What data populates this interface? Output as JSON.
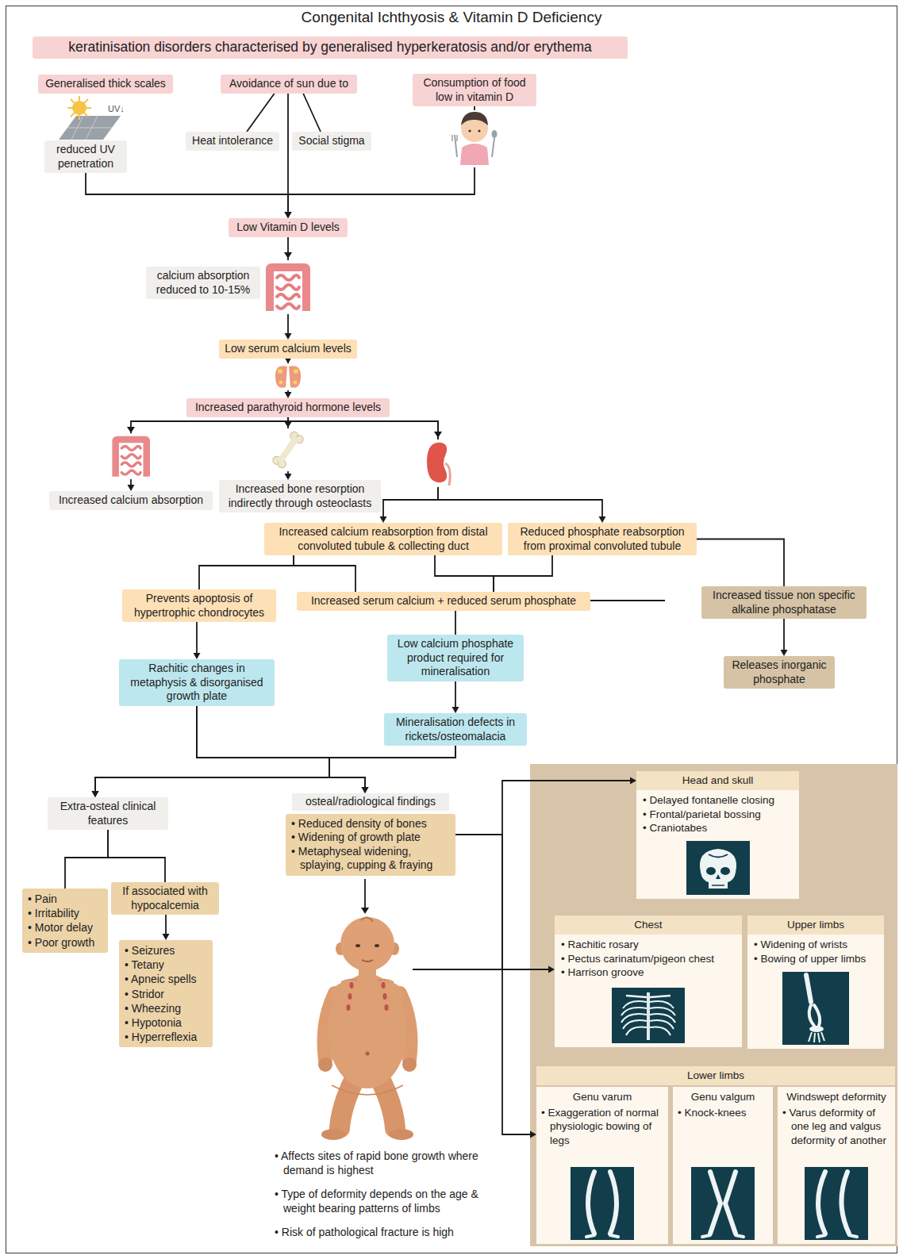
{
  "diagram": {
    "title": "Congenital Ichthyosis & Vitamin D Deficiency",
    "nodes": [
      {
        "text": [
          "keratinisation disorders characterised by generalised hyperkeratosis and/or erythema"
        ]
      },
      {
        "text": [
          "Generalised thick scales"
        ]
      },
      {
        "text": [
          "reduced UV penetration"
        ]
      },
      {
        "text": [
          "Avoidance of sun due to"
        ]
      },
      {
        "text": [
          "Heat intolerance"
        ]
      },
      {
        "text": [
          "Social stigma"
        ]
      },
      {
        "text": [
          "Consumption of food low in vitamin D"
        ]
      },
      {
        "text": [
          "Low Vitamin D levels"
        ]
      },
      {
        "text": [
          "calcium absorption reduced to 10-15%"
        ]
      },
      {
        "text": [
          "Low serum calcium levels"
        ]
      },
      {
        "text": [
          "Increased parathyroid hormone levels"
        ]
      },
      {
        "text": [
          "Increased calcium absorption"
        ]
      },
      {
        "text": [
          "Increased bone resorption indirectly through osteoclasts"
        ]
      },
      {
        "text": [
          "Increased calcium reabsorption from distal convoluted tubule & collecting duct"
        ]
      },
      {
        "text": [
          "Reduced phosphate reabsorption from proximal convoluted tubule"
        ]
      },
      {
        "text": [
          "Prevents apoptosis of hypertrophic chondrocytes"
        ]
      },
      {
        "text": [
          "Increased serum calcium + reduced serum phosphate"
        ]
      },
      {
        "text": [
          "Increased tissue non specific alkaline phosphatase"
        ]
      },
      {
        "text": [
          "Rachitic changes in metaphysis & disorganised growth plate"
        ]
      },
      {
        "text": [
          "Low calcium phosphate product required for mineralisation"
        ]
      },
      {
        "text": [
          "Releases inorganic phosphate"
        ]
      },
      {
        "text": [
          "Mineralisation defects in rickets/osteomalacia"
        ]
      },
      {
        "text": [
          "Extra-osteal clinical features"
        ]
      },
      {
        "text": [
          "osteal/radiological findings",
          "• Reduced density of bones",
          "• Widening of growth plate",
          "• Metaphyseal widening, splaying, cupping & fraying"
        ]
      },
      {
        "text": [
          "• Pain",
          "• Irritability",
          "• Motor delay",
          "• Poor growth"
        ]
      },
      {
        "text": [
          "If associated with hypocalcemia"
        ]
      },
      {
        "text": [
          "• Seizures",
          "• Tetany",
          "• Apneic spells",
          "• Stridor",
          "• Wheezing",
          "• Hypotonia",
          "• Hyperreflexia"
        ]
      },
      {
        "text": [
          "Head and skull",
          "• Delayed fontanelle closing",
          "• Frontal/parietal bossing",
          "• Craniotabes"
        ]
      },
      {
        "text": [
          "Chest",
          "• Rachitic rosary",
          "• Pectus carinatum/pigeon chest",
          "• Harrison groove"
        ]
      },
      {
        "text": [
          "Upper limbs",
          "• Widening of wrists",
          "• Bowing of upper limbs"
        ]
      },
      {
        "text": [
          "Lower limbs"
        ]
      },
      {
        "text": [
          "Genu varum",
          "• Exaggeration of normal physiologic bowing of legs"
        ],
        "in": 30
      },
      {
        "text": [
          "Genu valgum",
          "• Knock-knees"
        ],
        "in": 30
      },
      {
        "text": [
          "Windswept deformity",
          "• Varus deformity of one leg and valgus deformity of another"
        ],
        "in": 30
      }
    ],
    "edges": [
      {
        "from": 3,
        "to": 4,
        "arrow": "none"
      },
      {
        "from": 3,
        "to": 5,
        "arrow": "none"
      },
      {
        "from": 2,
        "to": 7,
        "arrow": "to"
      },
      {
        "from": 3,
        "to": 7,
        "arrow": "to"
      },
      {
        "from": 6,
        "to": 7,
        "arrow": "to"
      },
      {
        "from": 7,
        "to": 9,
        "arrow": "to"
      },
      {
        "from": 9,
        "to": 10,
        "arrow": "to"
      },
      {
        "from": 10,
        "to": 11,
        "arrow": "to"
      },
      {
        "from": 10,
        "to": 12,
        "arrow": "to"
      },
      {
        "from": 10,
        "to": 13,
        "arrow": "to"
      },
      {
        "from": 10,
        "to": 14,
        "arrow": "to"
      },
      {
        "from": 13,
        "to": 15,
        "arrow": "none"
      },
      {
        "from": 13,
        "to": 16,
        "arrow": "none"
      },
      {
        "from": 14,
        "to": 16,
        "arrow": "none"
      },
      {
        "from": 14,
        "to": 17,
        "arrow": "none"
      },
      {
        "from": 15,
        "to": 18,
        "arrow": "to"
      },
      {
        "from": 16,
        "to": 19,
        "arrow": "none"
      },
      {
        "from": 17,
        "to": 20,
        "arrow": "to"
      },
      {
        "from": 19,
        "to": 21,
        "arrow": "to"
      },
      {
        "from": 18,
        "to": 22,
        "arrow": "to"
      },
      {
        "from": 18,
        "to": 23,
        "arrow": "to"
      },
      {
        "from": 21,
        "to": 22,
        "arrow": "to"
      },
      {
        "from": 21,
        "to": 23,
        "arrow": "to"
      },
      {
        "from": 22,
        "to": 24,
        "arrow": "none"
      },
      {
        "from": 22,
        "to": 25,
        "arrow": "none"
      },
      {
        "from": 25,
        "to": 26,
        "arrow": "to"
      },
      {
        "from": 23,
        "to": 27,
        "arrow": "to"
      },
      {
        "from": 23,
        "to": 28,
        "arrow": "to"
      },
      {
        "from": 23,
        "to": 30,
        "arrow": "to"
      }
    ],
    "labels": [
      "UV↓",
      "• Affects sites of rapid bone growth where demand is highest",
      "• Type of deformity depends on the age & weight bearing patterns of limbs",
      "• Risk of pathological fracture is high"
    ]
  }
}
